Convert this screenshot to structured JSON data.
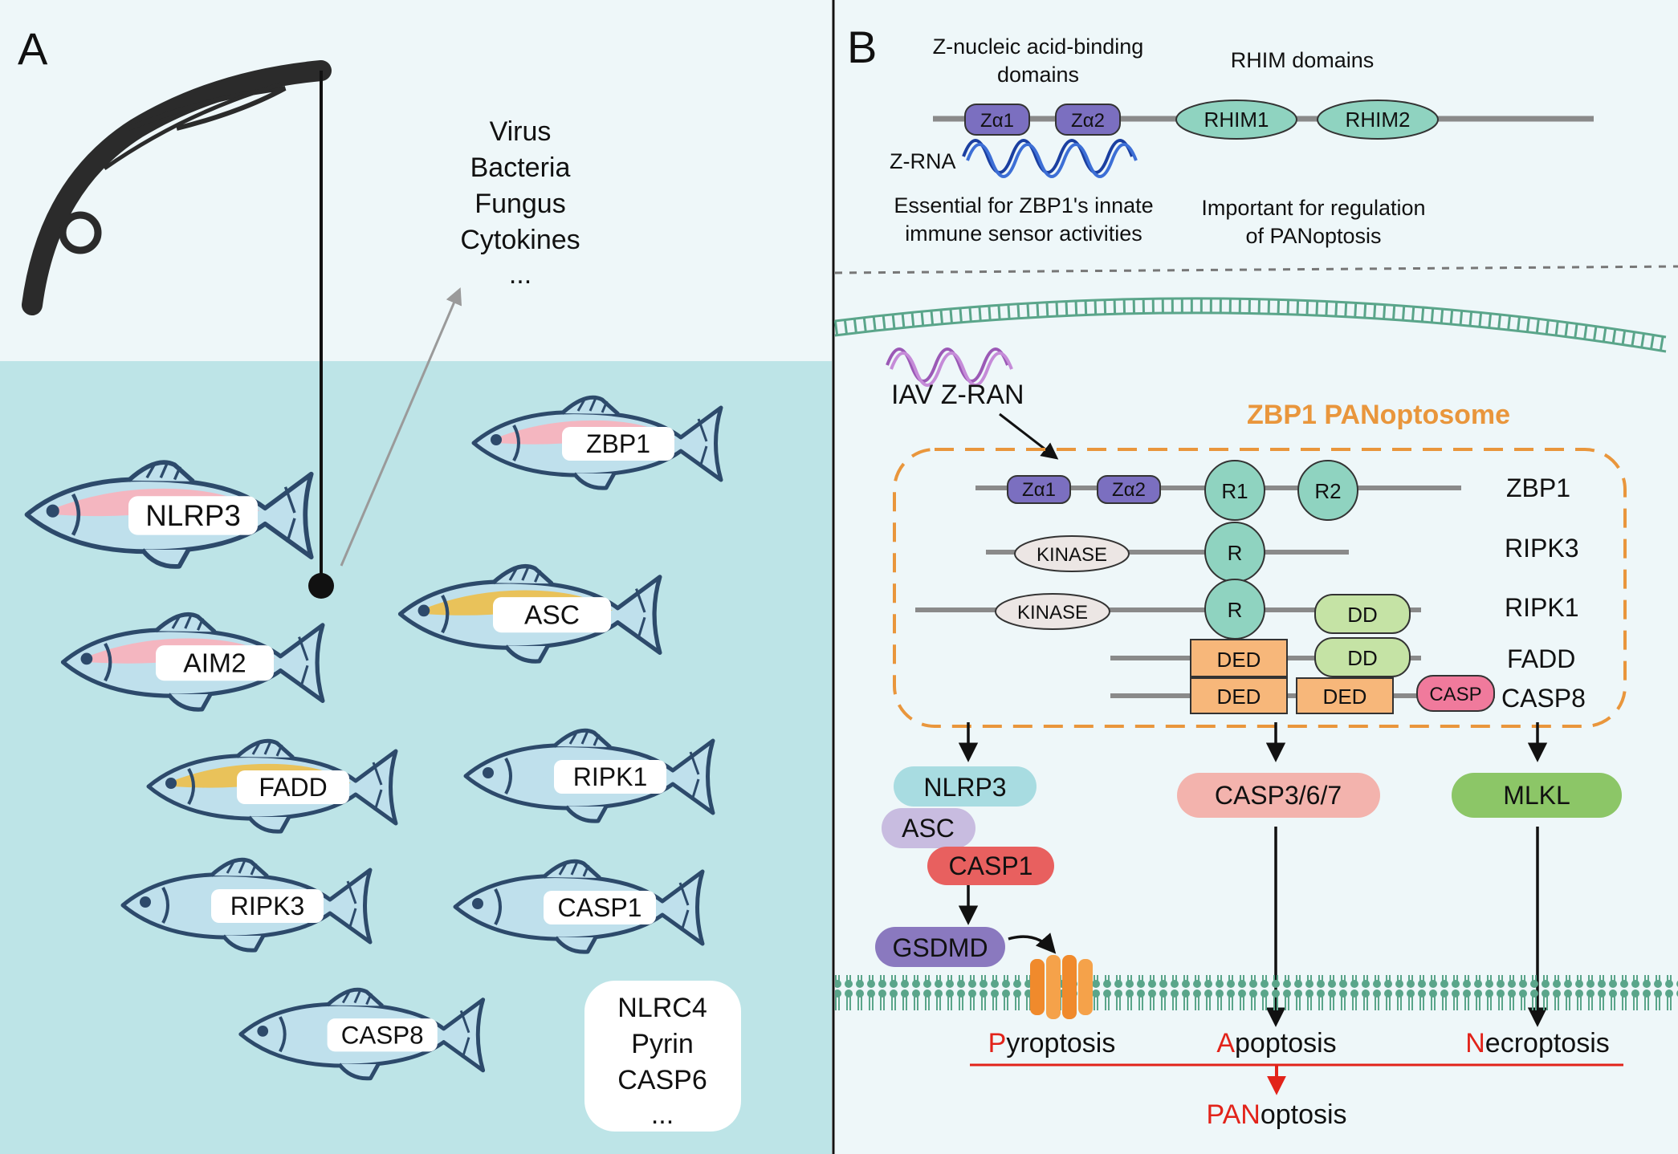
{
  "panel_a": {
    "label": "A",
    "triggers": [
      "Virus",
      "Bacteria",
      "Fungus",
      "Cytokines",
      "..."
    ],
    "fish": [
      {
        "label": "NLRP3",
        "stripe": "#f4b6c0"
      },
      {
        "label": "ZBP1",
        "stripe": "#f4b6c0"
      },
      {
        "label": "ASC",
        "stripe": "#e9c25a"
      },
      {
        "label": "AIM2",
        "stripe": "#f4b6c0"
      },
      {
        "label": "FADD",
        "stripe": "#e9c25a"
      },
      {
        "label": "RIPK1",
        "stripe": "#bfe0ec"
      },
      {
        "label": "RIPK3",
        "stripe": "#bfe0ec"
      },
      {
        "label": "CASP1",
        "stripe": "#bfe0ec"
      },
      {
        "label": "CASP8",
        "stripe": "#bfe0ec"
      }
    ],
    "others": [
      "NLRC4",
      "Pyrin",
      "CASP6",
      "..."
    ]
  },
  "panel_b": {
    "label": "B",
    "domain_headers": {
      "z_binding": [
        "Z-nucleic acid-binding",
        "domains"
      ],
      "rhim": "RHIM domains"
    },
    "domains": {
      "za1": "Zα1",
      "za2": "Zα2",
      "rhim1": "RHIM1",
      "rhim2": "RHIM2"
    },
    "zrna_label": "Z-RNA",
    "notes": {
      "essential": [
        "Essential for ZBP1's innate",
        "immune sensor activities"
      ],
      "important": [
        "Important for regulation",
        "of PANoptosis"
      ]
    },
    "iav_label": "IAV Z-RAN",
    "complex_title": "ZBP1 PANoptosome",
    "rows": {
      "zbp1": {
        "name": "ZBP1",
        "za1": "Zα1",
        "za2": "Zα2",
        "r1": "R1",
        "r2": "R2"
      },
      "ripk3": {
        "name": "RIPK3",
        "kinase": "KINASE",
        "r": "R"
      },
      "ripk1": {
        "name": "RIPK1",
        "kinase": "KINASE",
        "r": "R",
        "dd": "DD"
      },
      "fadd": {
        "name": "FADD",
        "ded": "DED",
        "dd": "DD"
      },
      "casp8": {
        "name": "CASP8",
        "ded1": "DED",
        "ded2": "DED",
        "casp": "CASP"
      }
    },
    "pyro_chain": [
      "NLRP3",
      "ASC",
      "CASP1",
      "GSDMD"
    ],
    "casp_effectors": "CASP3/6/7",
    "mlkl": "MLKL",
    "outcomes": {
      "pyro": {
        "initial": "P",
        "rest": "yroptosis"
      },
      "apo": {
        "initial": "A",
        "rest": "poptosis"
      },
      "necro": {
        "initial": "N",
        "rest": "ecroptosis"
      }
    },
    "panoptosis": {
      "prefix": "PAN",
      "rest": "optosis"
    }
  },
  "colors": {
    "sky": "#eef7f9",
    "water": "#bde4e7",
    "fish_outline": "#2d4a6b",
    "fish_body": "#bfe0ec",
    "za_purple": "#7b6fc0",
    "rhim_teal": "#8fd3c0",
    "ded_orange": "#f7b77a",
    "dd_green": "#c5e3a5",
    "casp_pink": "#f07a9c",
    "nlrp3": "#a8dce1",
    "asc": "#c8bce0",
    "casp1": "#e8605f",
    "gsdmd": "#8a79bf",
    "casp37": "#f3b3ad",
    "mlkl": "#8cc667",
    "dashed_orange": "#e9963c",
    "accent_red": "#e2231a",
    "membrane": "#5aa58a"
  }
}
